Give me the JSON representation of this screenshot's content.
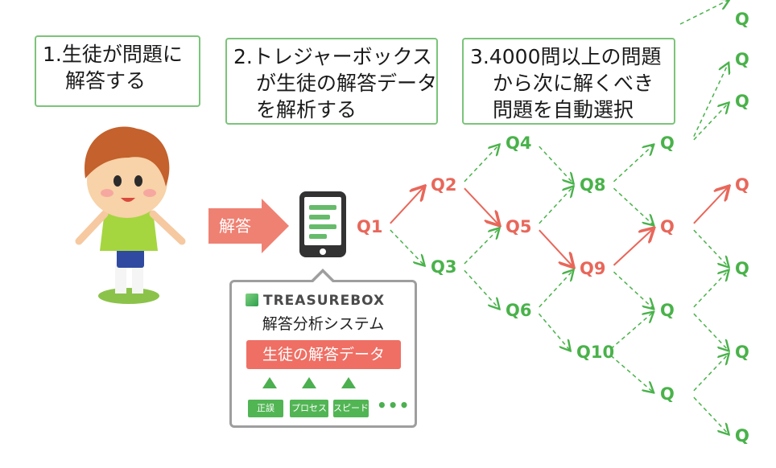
{
  "steps": [
    {
      "line1": "1.生徒が問題に",
      "line2": "解答する"
    },
    {
      "line1": "2.トレジャーボックス",
      "line2": "が生徒の解答データ",
      "line3": "を解析する"
    },
    {
      "line1": "3.4000問以上の問題",
      "line2": "から次に解くべき",
      "line3": "問題を自動選択"
    }
  ],
  "answer_arrow_label": "解答",
  "system": {
    "logo_text": "TREASUREBOX",
    "title": "解答分析システム",
    "data_label": "生徒の解答データ",
    "chips": [
      "正誤",
      "プロセス",
      "スピード"
    ],
    "more": "•••"
  },
  "colors": {
    "red": "#e8675a",
    "green": "#49b24a",
    "box_border": "#7bc47a"
  },
  "question_nodes": [
    {
      "id": "q1",
      "label": "Q1",
      "color": "red"
    },
    {
      "id": "q2",
      "label": "Q2",
      "color": "red"
    },
    {
      "id": "q3",
      "label": "Q3",
      "color": "green"
    },
    {
      "id": "q4",
      "label": "Q4",
      "color": "green"
    },
    {
      "id": "q5",
      "label": "Q5",
      "color": "red"
    },
    {
      "id": "q6",
      "label": "Q6",
      "color": "green"
    },
    {
      "id": "q8",
      "label": "Q8",
      "color": "green"
    },
    {
      "id": "q9",
      "label": "Q9",
      "color": "red"
    },
    {
      "id": "q10",
      "label": "Q10",
      "color": "green"
    },
    {
      "id": "c4a",
      "label": "Q",
      "color": "green"
    },
    {
      "id": "c4b",
      "label": "Q",
      "color": "red"
    },
    {
      "id": "c4c",
      "label": "Q",
      "color": "green"
    },
    {
      "id": "c4d",
      "label": "Q",
      "color": "green"
    },
    {
      "id": "c5a",
      "label": "Q",
      "color": "green"
    },
    {
      "id": "c5b",
      "label": "Q",
      "color": "green"
    },
    {
      "id": "c5c",
      "label": "Q",
      "color": "green"
    },
    {
      "id": "c5d",
      "label": "Q",
      "color": "red"
    },
    {
      "id": "c5e",
      "label": "Q",
      "color": "green"
    },
    {
      "id": "c5f",
      "label": "Q",
      "color": "green"
    },
    {
      "id": "c5g",
      "label": "Q",
      "color": "green"
    },
    {
      "id": "c5h",
      "label": "Q",
      "color": "green"
    }
  ]
}
